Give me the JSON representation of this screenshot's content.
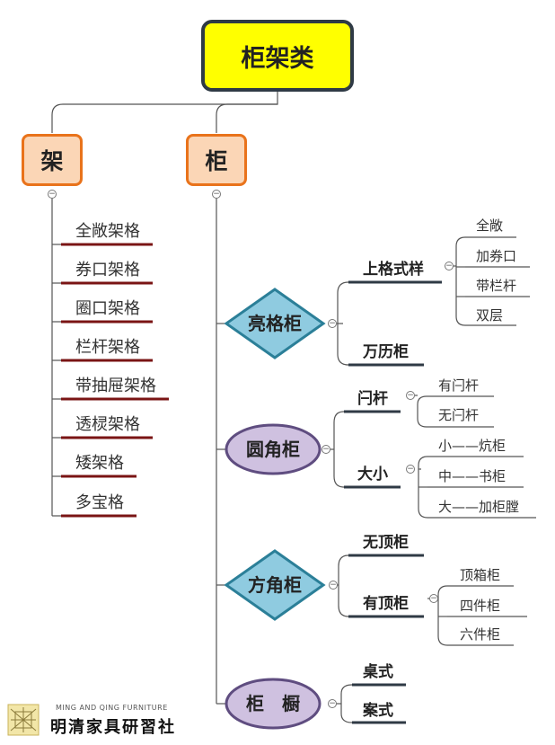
{
  "root": {
    "label": "柜架类"
  },
  "jia": {
    "label": "架",
    "items": [
      "全敞架格",
      "券口架格",
      "圈口架格",
      "栏杆架格",
      "带抽屉架格",
      "透棂架格",
      "矮架格",
      "多宝格"
    ]
  },
  "gui": {
    "label": "柜",
    "liangge": {
      "label": "亮格柜",
      "shangge": {
        "label": "上格式样",
        "items": [
          "全敞",
          "加券口",
          "带栏杆",
          "双层"
        ]
      },
      "wanli": "万历柜"
    },
    "yuanjiao": {
      "label": "圆角柜",
      "shuangan": {
        "label": "闩杆",
        "items": [
          "有闩杆",
          "无闩杆"
        ]
      },
      "daxiao": {
        "label": "大小",
        "items": [
          "小——炕柜",
          "中——书柜",
          "大——加柜膛"
        ]
      }
    },
    "fangjiao": {
      "label": "方角柜",
      "wuding": "无顶柜",
      "youding": {
        "label": "有顶柜",
        "items": [
          "顶箱柜",
          "四件柜",
          "六件柜"
        ]
      }
    },
    "guichu": {
      "label": "柜　橱",
      "items": [
        "桌式",
        "案式"
      ]
    }
  },
  "logo": {
    "en": "MING AND QING FURNITURE",
    "cn": "明清家具研習社"
  },
  "colors": {
    "root_fill": "#ffff00",
    "root_border": "#2f3a45",
    "l1_fill": "#fbd6b6",
    "l1_border": "#e9731b",
    "diamond_fill": "#8fcbe0",
    "diamond_border": "#2b7f98",
    "ellipse_fill": "#cfc1e0",
    "ellipse_border": "#5f4d80",
    "underline_red": "#7a1414",
    "underline_dark": "#2f3a45"
  }
}
